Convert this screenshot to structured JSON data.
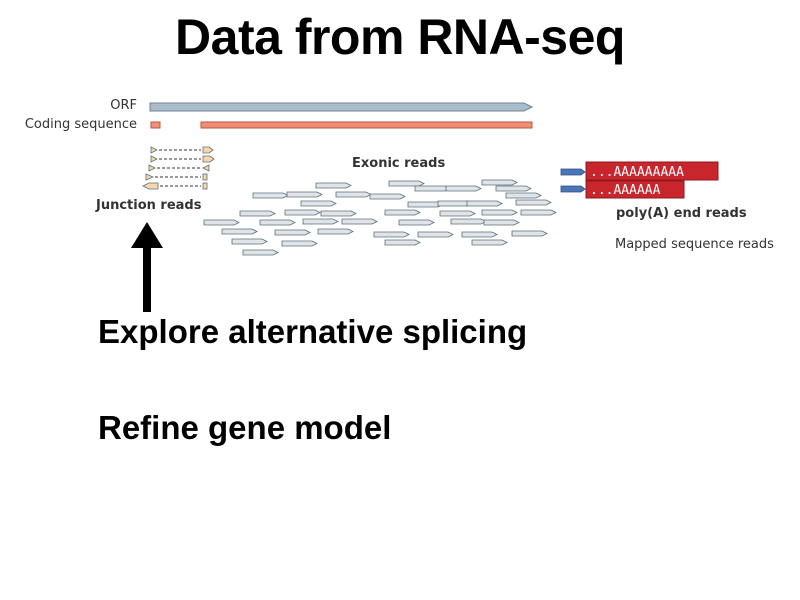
{
  "slide": {
    "title": "Data from RNA-seq",
    "bullets": [
      "Explore alternative splicing",
      "Refine gene model"
    ]
  },
  "diagram": {
    "labels": {
      "orf": "ORF",
      "coding_sequence": "Coding sequence",
      "exonic_reads": "Exonic reads",
      "junction_reads": "Junction reads",
      "polya_end_reads": "poly(A) end reads",
      "mapped_sequence_reads": "Mapped sequence reads"
    },
    "polya_tails": [
      "...AAAAAAAAA",
      "...AAAAAA"
    ],
    "colors": {
      "orf_bar": "#a9bcc9",
      "coding_bar": "#f08f73",
      "read_fill": "#dfe4e8",
      "read_stroke": "#5d6d79",
      "junction_fill": "#f8d8a8",
      "polya_box": "#c9252c",
      "polya_read": "#4a76b8"
    }
  }
}
